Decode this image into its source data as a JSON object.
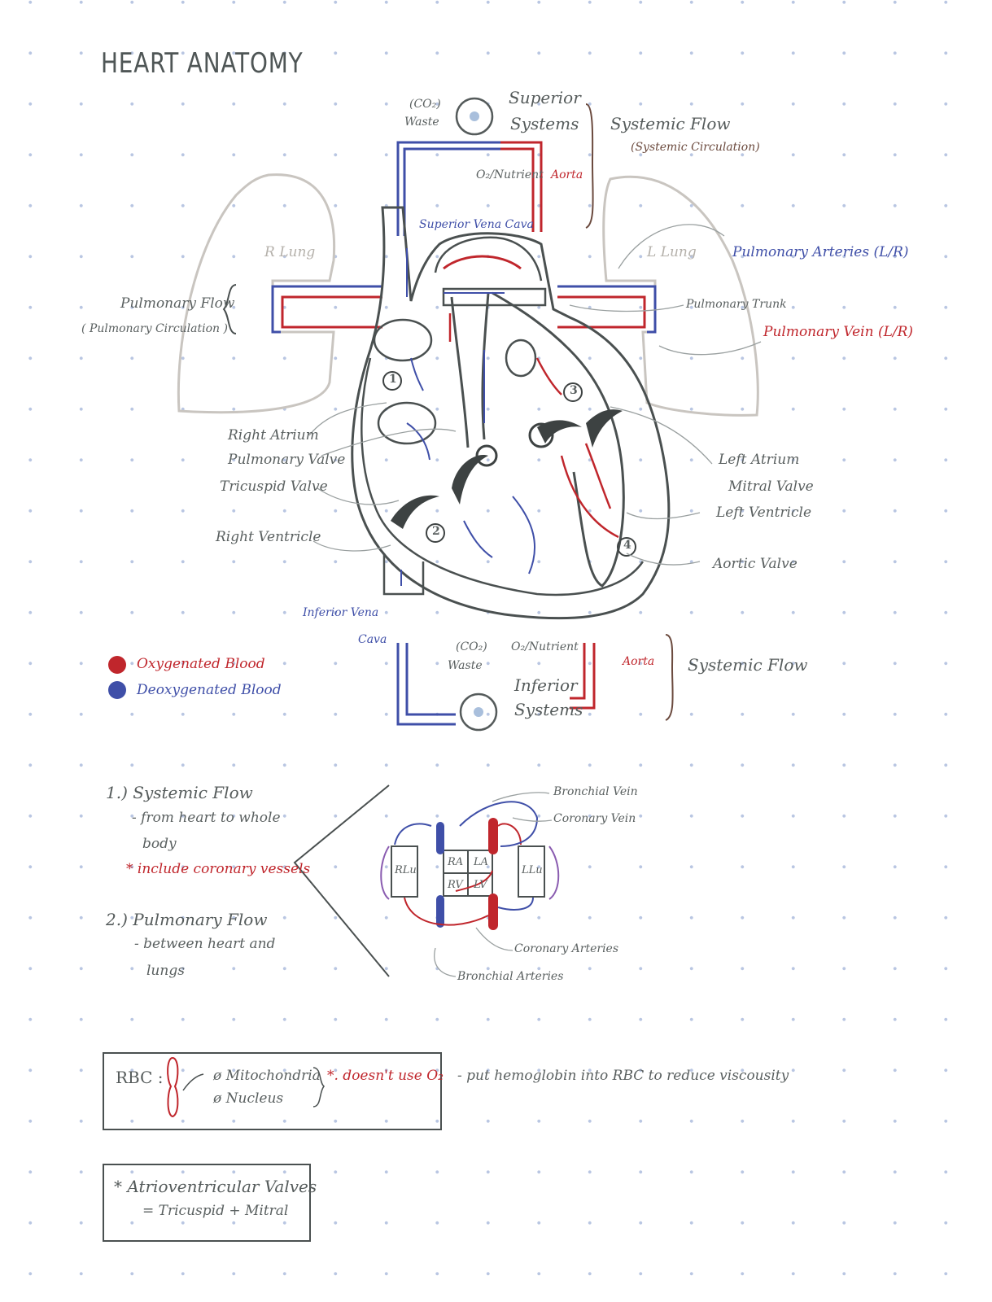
{
  "title": "HEART ANATOMY",
  "top_systems": {
    "co2": "(CO₂)",
    "waste": "Waste",
    "superior": "Superior",
    "systems": "Systems",
    "o2": "O₂/Nutrient",
    "aorta": "Aorta",
    "systemic_flow": "Systemic Flow",
    "systemic_circulation": "(Systemic Circulation)",
    "svc": "Superior Vena Cava"
  },
  "lungs": {
    "r_lung": "R Lung",
    "l_lung": "L Lung",
    "pulmonary_flow": "Pulmonary Flow",
    "pulmonary_circulation": "( Pulmonary Circulation )",
    "pulmonary_arteries": "Pulmonary Arteries (L/R)",
    "pulmonary_trunk": "Pulmonary Trunk",
    "pulmonary_vein": "Pulmonary Vein (L/R)"
  },
  "heart_labels": {
    "right_atrium": "Right Atrium",
    "pulmonary_valve": "Pulmonary Valve",
    "tricuspid_valve": "Tricuspid Valve",
    "right_ventricle": "Right Ventricle",
    "left_atrium": "Left Atrium",
    "mitral_valve": "Mitral Valve",
    "left_ventricle": "Left Ventricle",
    "aortic_valve": "Aortic Valve",
    "ivc_line1": "Inferior Vena",
    "ivc_line2": "Cava",
    "n1": "1",
    "n2": "2",
    "n3": "3",
    "n4": "4"
  },
  "bottom_systems": {
    "co2": "(CO₂)",
    "waste": "Waste",
    "o2": "O₂/Nutrient",
    "aorta": "Aorta",
    "inferior": "Inferior",
    "systems": "Systems",
    "systemic_flow": "Systemic Flow"
  },
  "legend": {
    "oxygenated": "Oxygenated Blood",
    "deoxygenated": "Deoxygenated Blood",
    "oxygenated_color": "#c0262c",
    "deoxygenated_color": "#3f4fa8"
  },
  "notes": {
    "n1_title": "1.) Systemic Flow",
    "n1_line1": "- from heart to whole",
    "n1_line2": "body",
    "n1_line3": "* include coronary vessels",
    "n2_title": "2.) Pulmonary Flow",
    "n2_line1": "- between heart and",
    "n2_line2": "lungs"
  },
  "mini_diagram": {
    "rlu": "RLu",
    "llu": "LLu",
    "ra": "RA",
    "la": "LA",
    "rv": "RV",
    "lv": "LV",
    "bronchial_vein": "Bronchial Vein",
    "coronary_vein": "Coronary Vein",
    "coronary_arteries": "Coronary Arteries",
    "bronchial_arteries": "Bronchial Arteries"
  },
  "rbc_box": {
    "label": "RBC :",
    "mito": "ø Mitochondria",
    "nucleus": "ø Nucleus",
    "note": "*. doesn't use O₂",
    "side_note": "- put hemoglobin into RBC to reduce viscousity"
  },
  "av_box": {
    "title": "* Atrioventricular Valves",
    "line": "= Tricuspid + Mitral"
  }
}
